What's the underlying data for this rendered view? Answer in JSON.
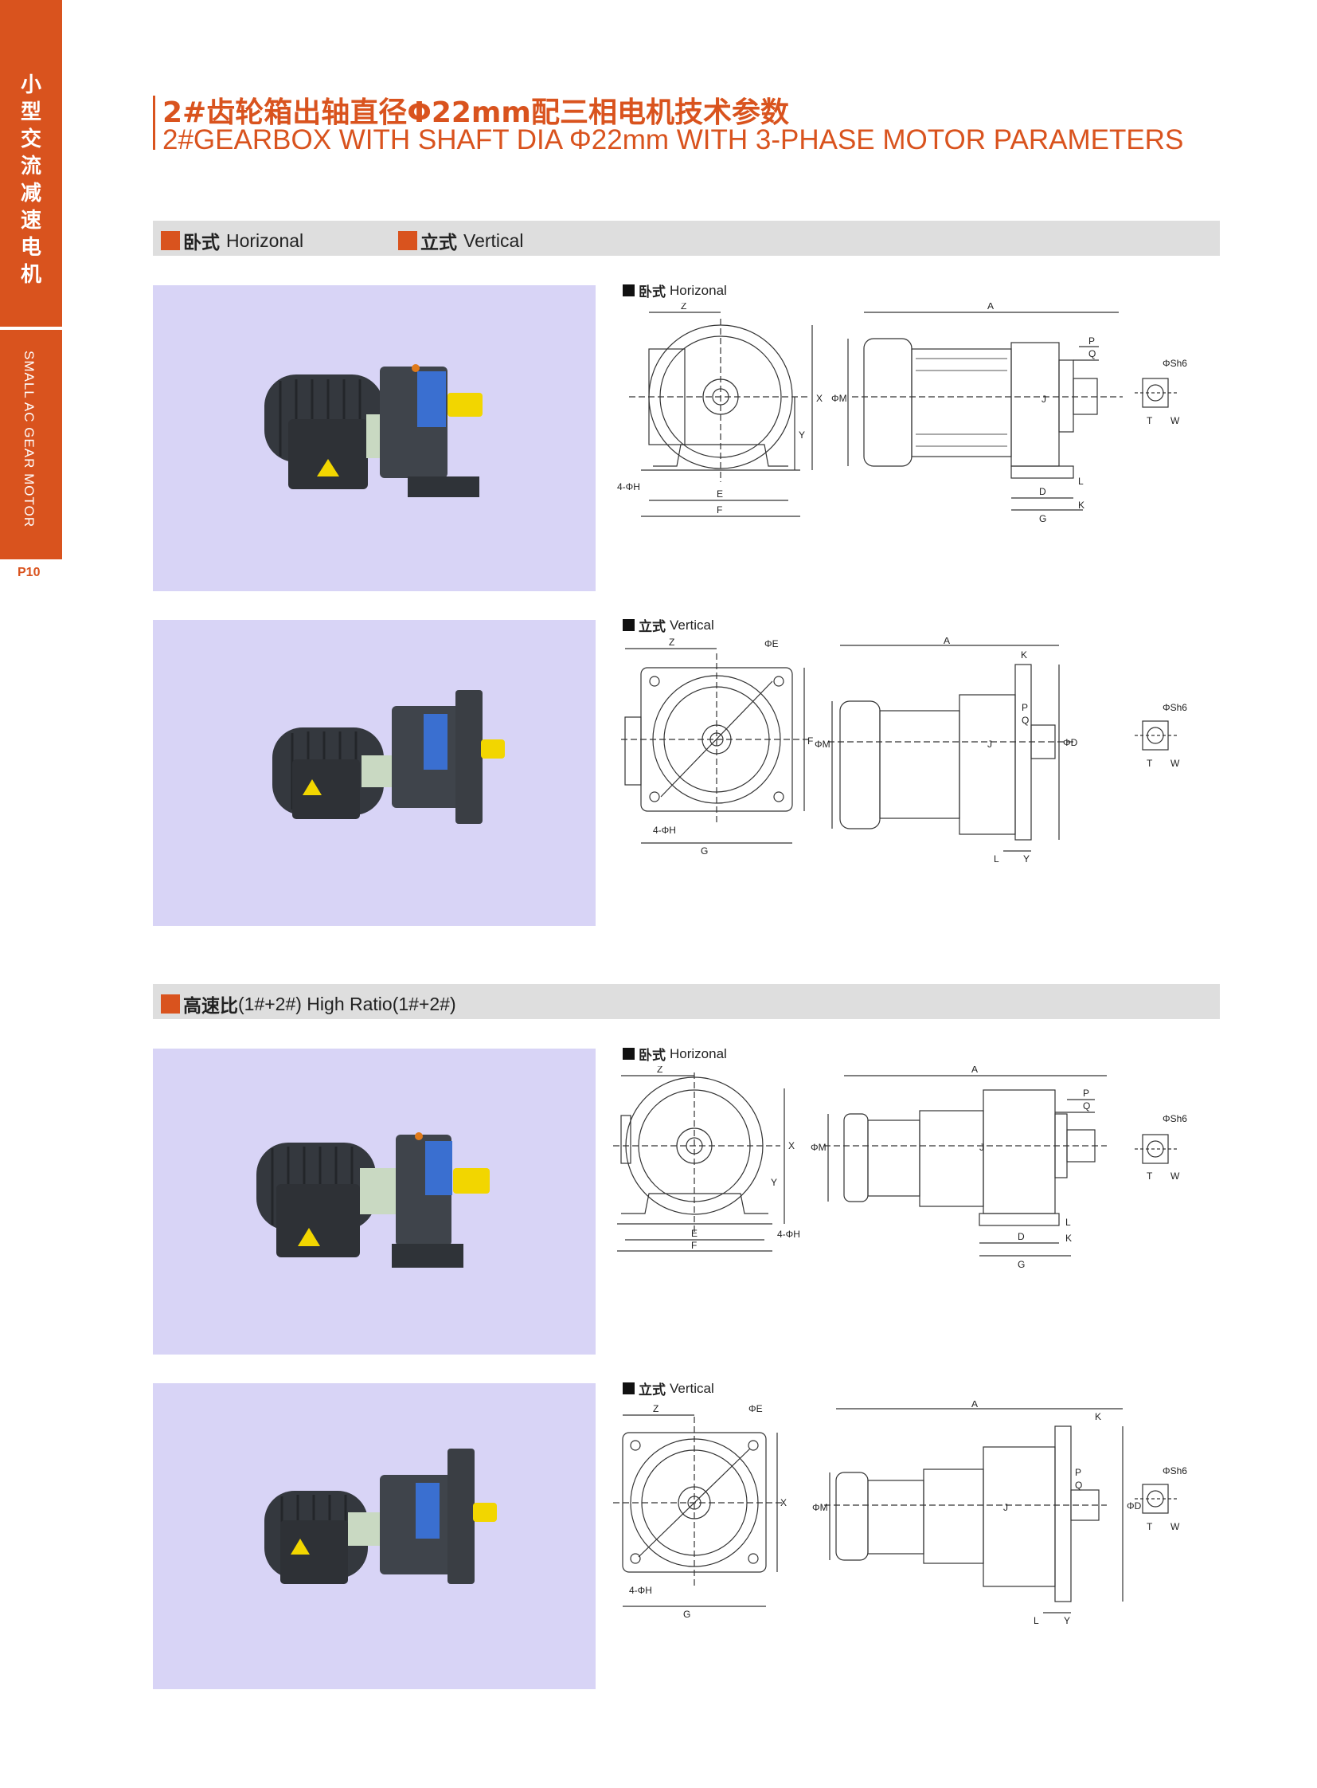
{
  "sidebar": {
    "category_cn": [
      "小",
      "型",
      "交",
      "流",
      "减",
      "速",
      "电",
      "机"
    ],
    "category_en": "SMALL AC GEAR MOTOR",
    "page_number": "P10"
  },
  "header": {
    "title_cn": "2#齿轮箱出轴直径Φ22mm配三相电机技术参数",
    "title_en": "2#GEARBOX WITH SHAFT DIA Φ22mm WITH 3-PHASE MOTOR PARAMETERS"
  },
  "section1": {
    "horizontal_cn": "卧式",
    "horizontal_en": "Horizonal",
    "vertical_cn": "立式",
    "vertical_en": "Vertical"
  },
  "section2": {
    "label_cn": "高速比",
    "label_en": "(1#+2#)  High Ratio(1#+2#)"
  },
  "drawings": {
    "horizontal_cn": "卧式",
    "horizontal_en": "Horizonal",
    "vertical_cn": "立式",
    "vertical_en": "Vertical"
  },
  "dimension_labels": {
    "z": "Z",
    "a": "A",
    "p": "P",
    "q": "Q",
    "x": "X",
    "y": "Y",
    "m": "ΦM",
    "sh6": "ΦSh6",
    "t": "T",
    "w": "W",
    "j": "J",
    "h": "4-ΦH",
    "e": "E",
    "f": "F",
    "d": "D",
    "g": "G",
    "l": "L",
    "k": "K",
    "phi_e": "ΦE",
    "phi_d": "ΦD"
  },
  "colors": {
    "accent": "#d9531e",
    "photo_bg": "#d8d4f6",
    "bar_bg": "#dedede",
    "motor": "#3b3f45",
    "shaft": "#f2d600"
  }
}
